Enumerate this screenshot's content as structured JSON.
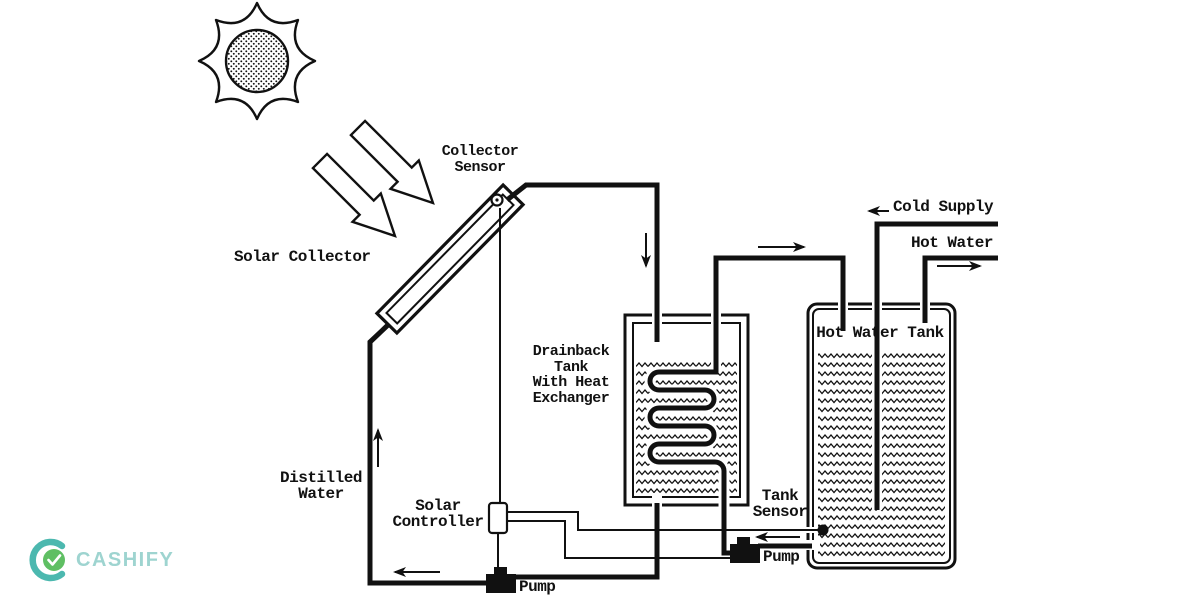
{
  "watermark": {
    "brand": "CASHIFY"
  },
  "labels": {
    "collector_sensor": "Collector\nSensor",
    "solar_collector": "Solar Collector",
    "cold_supply": "Cold Supply",
    "hot_water": "Hot Water",
    "hot_water_tank": "Hot Water Tank",
    "drainback_tank": "Drainback\nTank\nWith Heat\nExchanger",
    "distilled_water": "Distilled\nWater",
    "solar_controller": "Solar\nController",
    "pump_left": "Pump",
    "pump_right": "Pump",
    "tank_sensor": "Tank\nSensor"
  },
  "icons": {
    "sun": "sun-icon",
    "sun_rays": "sun-ray-arrows",
    "collector_sensor_dot": "collector-sensor-dot",
    "tank_sensor_dot": "tank-sensor-dot",
    "pumps": "pump-glyph"
  },
  "colors": {
    "line": "#111111",
    "background": "#ffffff",
    "brand_teal": "#4cb8af",
    "brand_green": "#5fbf63",
    "brand_text": "#9ed4d0"
  }
}
